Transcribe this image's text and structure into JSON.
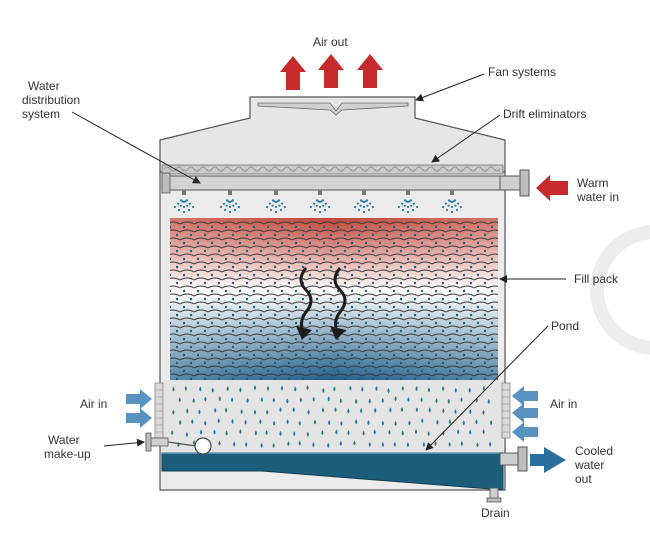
{
  "labels": {
    "air_out": "Air out",
    "fan_systems": "Fan systems",
    "water_distribution": [
      "Water",
      "distribution",
      "system"
    ],
    "drift_eliminators": "Drift eliminators",
    "warm_water_in": [
      "Warm",
      "water in"
    ],
    "fill_pack": "Fill pack",
    "pond": "Pond",
    "air_in_left": "Air in",
    "air_in_right": "Air in",
    "water_makeup": [
      "Water",
      "make-up"
    ],
    "cooled_water_out": [
      "Cooled",
      "water",
      "out"
    ],
    "drain": "Drain"
  },
  "colors": {
    "hot": "#c62a2a",
    "cold": "#1f5f8b",
    "air_in_arrow": "#3a7fb5",
    "pond_water": "#1c5d7c",
    "casing": "#e8e8e8",
    "outline": "#444444",
    "droplet": "#2a7a8a"
  },
  "icons": [
    "up-arrow-icon",
    "right-arrow-icon",
    "spray-nozzle-icon",
    "wavy-down-arrow-icon",
    "float-valve-icon"
  ]
}
